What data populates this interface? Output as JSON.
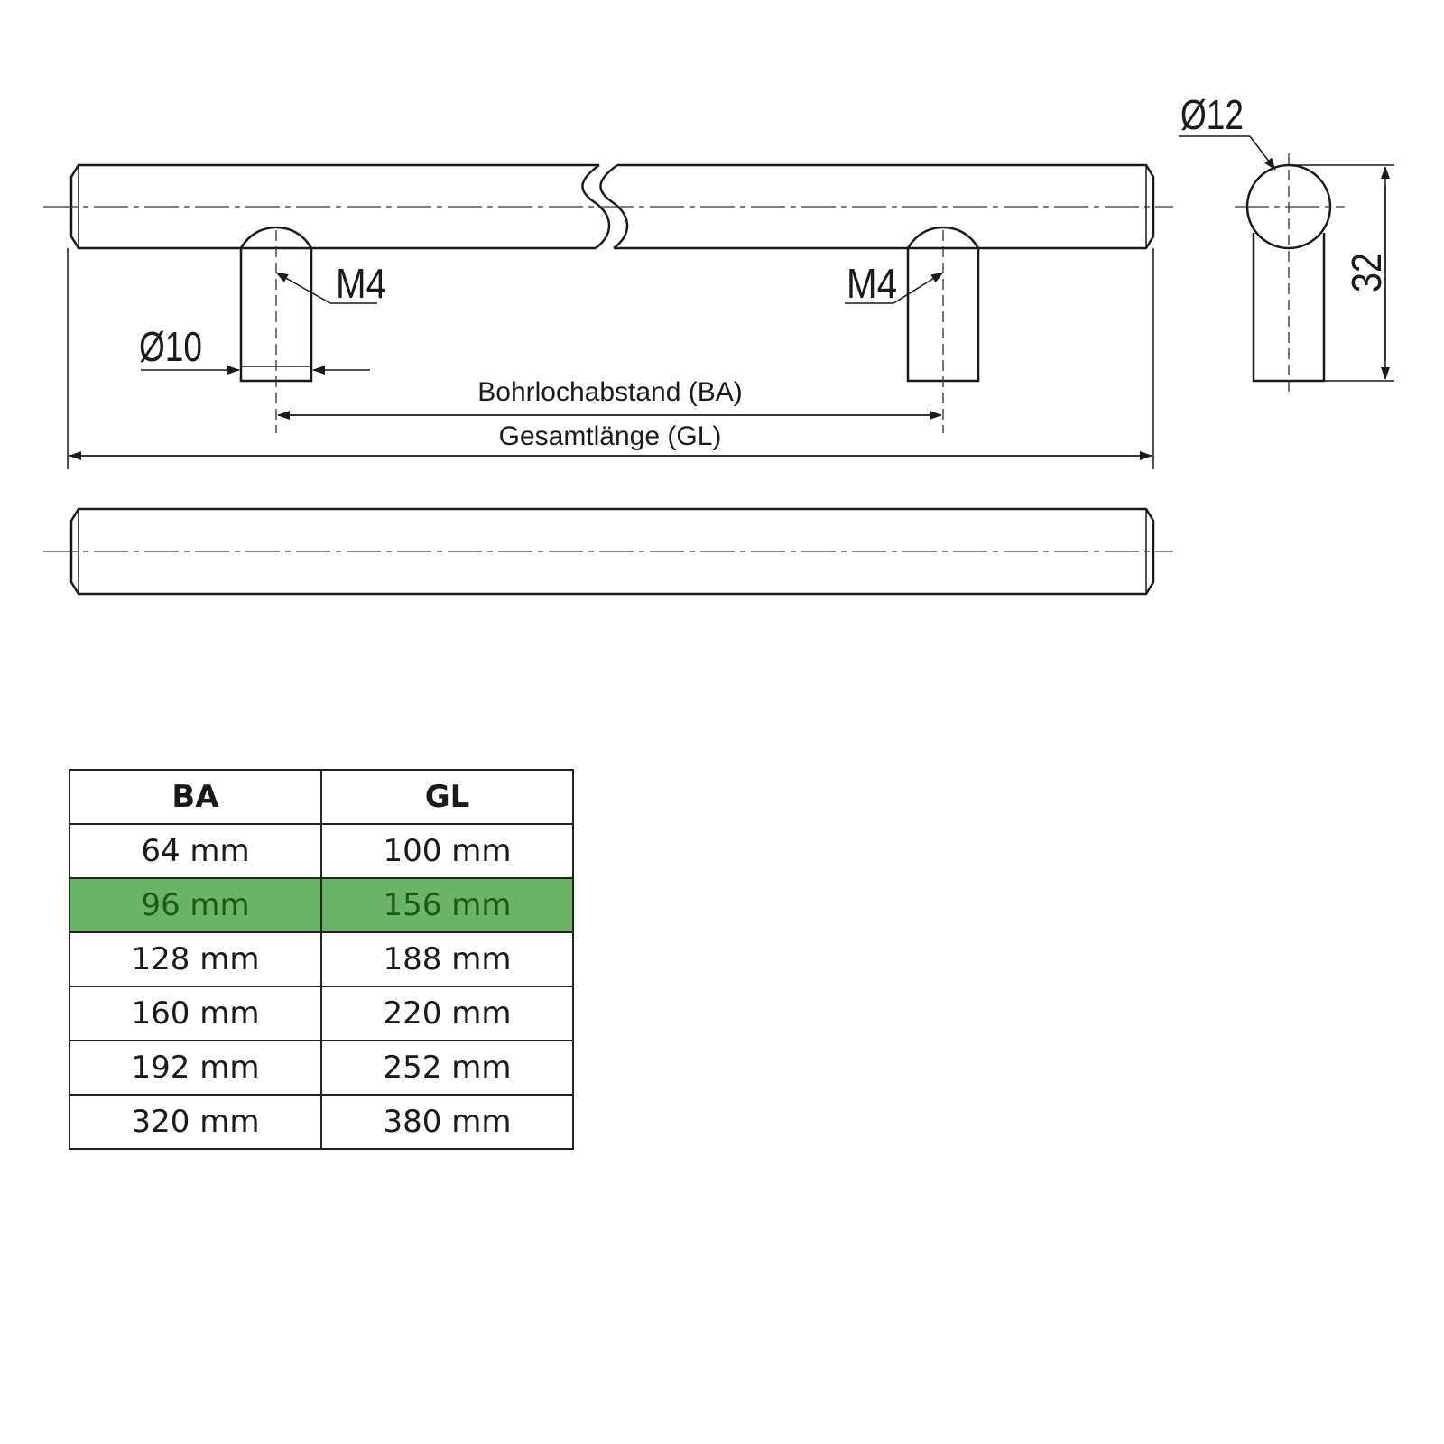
{
  "labels": {
    "diameter_bar": "Ø12",
    "diameter_post": "Ø10",
    "thread_left": "M4",
    "thread_right": "M4",
    "height": "32",
    "hole_spacing": "Bohrlochabstand (BA)",
    "total_length": "Gesamtlänge (GL)"
  },
  "table": {
    "headers": [
      "BA",
      "GL"
    ],
    "rows": [
      [
        "64 mm",
        "100 mm"
      ],
      [
        "96 mm",
        "156 mm"
      ],
      [
        "128 mm",
        "188 mm"
      ],
      [
        "160 mm",
        "220 mm"
      ],
      [
        "192 mm",
        "252 mm"
      ],
      [
        "320 mm",
        "380 mm"
      ]
    ],
    "highlighted_row": 1,
    "highlight_color": "#69b565"
  }
}
